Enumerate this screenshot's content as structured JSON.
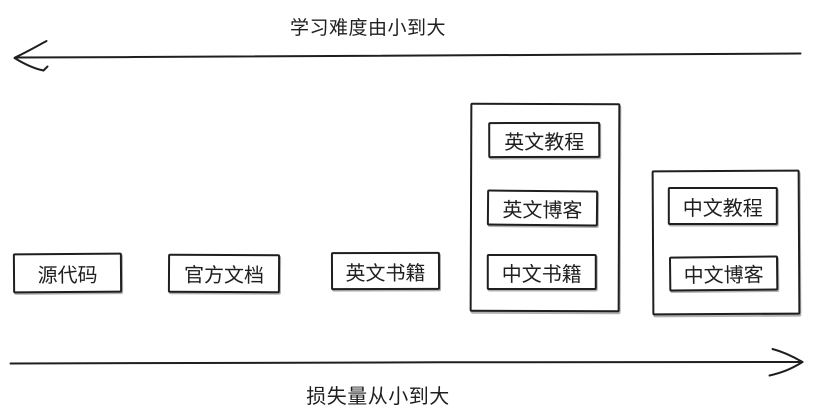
{
  "colors": {
    "ink": "#1f1f1f",
    "background": "#ffffff"
  },
  "axes": {
    "top": {
      "label": "学习难度由小到大",
      "direction": "left"
    },
    "bottom": {
      "label": "损失量从小到大",
      "direction": "right"
    }
  },
  "boxes": [
    {
      "label": "源代码"
    },
    {
      "label": "官方文档"
    },
    {
      "label": "英文书籍"
    }
  ],
  "groups": [
    {
      "items": [
        {
          "label": "英文教程"
        },
        {
          "label": "英文博客"
        },
        {
          "label": "中文书籍"
        }
      ]
    },
    {
      "items": [
        {
          "label": "中文教程"
        },
        {
          "label": "中文博客"
        }
      ]
    }
  ]
}
